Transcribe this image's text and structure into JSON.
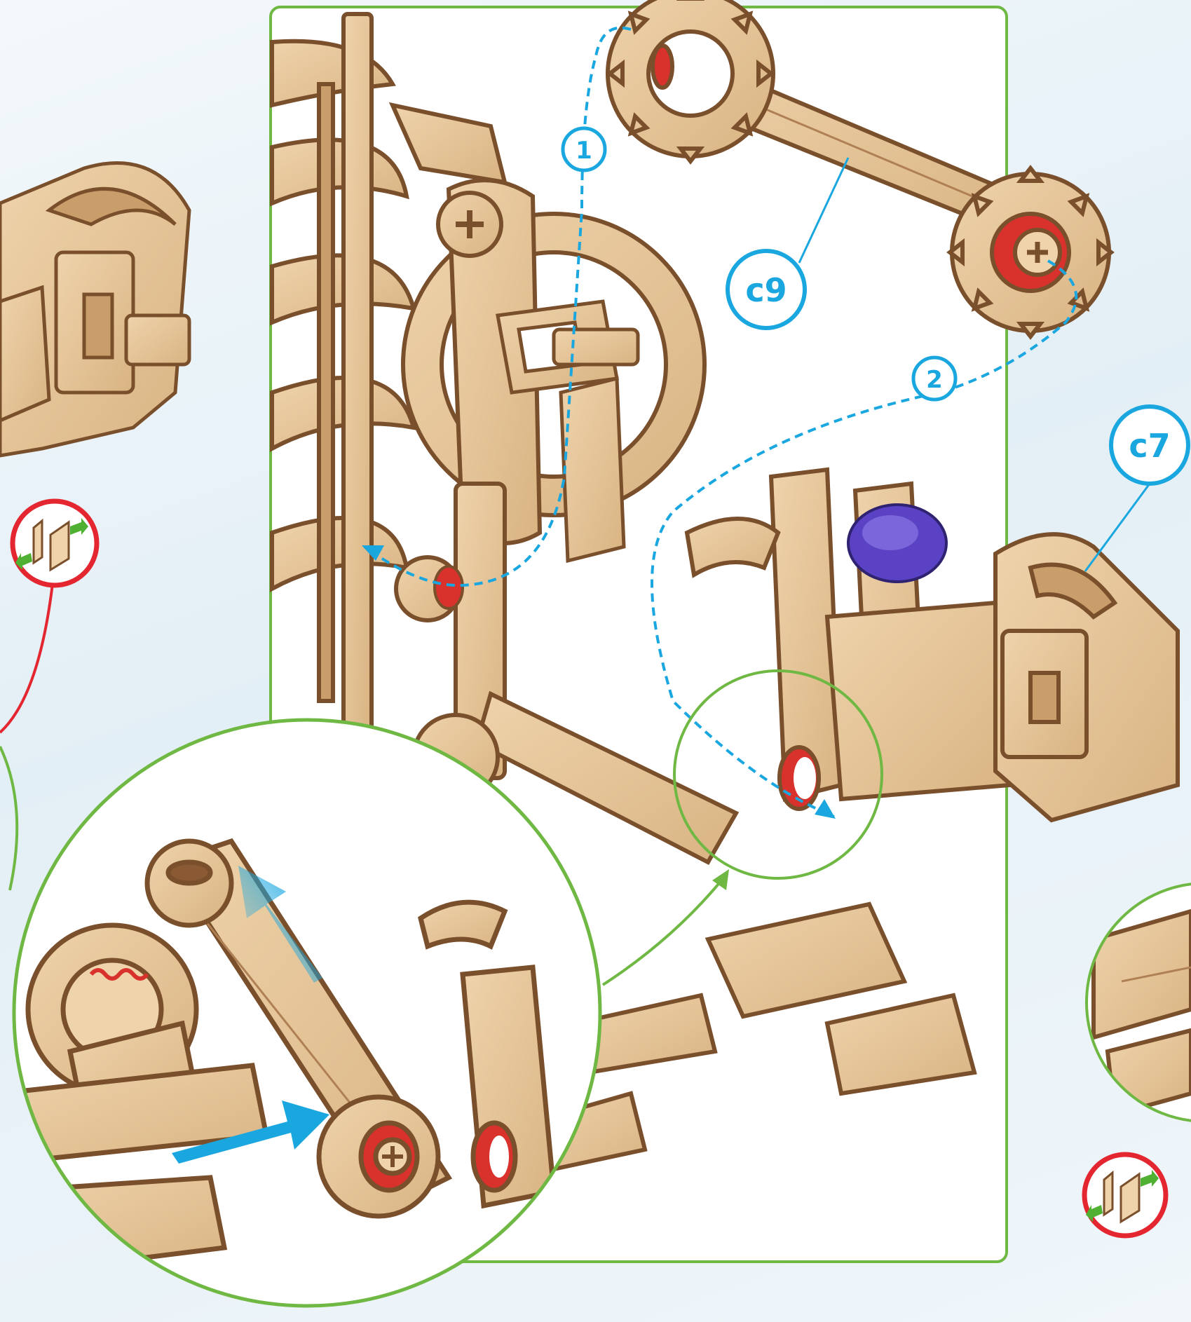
{
  "colors": {
    "background": "#e8f1f7",
    "panel_border": "#6fb843",
    "wood_light": "#e7c79c",
    "wood_mid": "#d3ae7d",
    "wood_edge": "#7a4f2c",
    "callout_blue": "#1aa7e0",
    "warning_red": "#e3262f",
    "rubber_red": "#d9312c",
    "handle_purple": "#5b42c4",
    "arrow_green": "#4fb032"
  },
  "steps": [
    {
      "id": "step-1",
      "label": "1"
    },
    {
      "id": "step-2",
      "label": "2"
    }
  ],
  "parts": [
    {
      "id": "part-c9",
      "label": "c9"
    },
    {
      "id": "part-c7",
      "label": "c7"
    }
  ],
  "icons": [
    "warning-badge-icon",
    "insert-direction-icon",
    "zoom-detail-icon",
    "push-arrow-icon"
  ]
}
